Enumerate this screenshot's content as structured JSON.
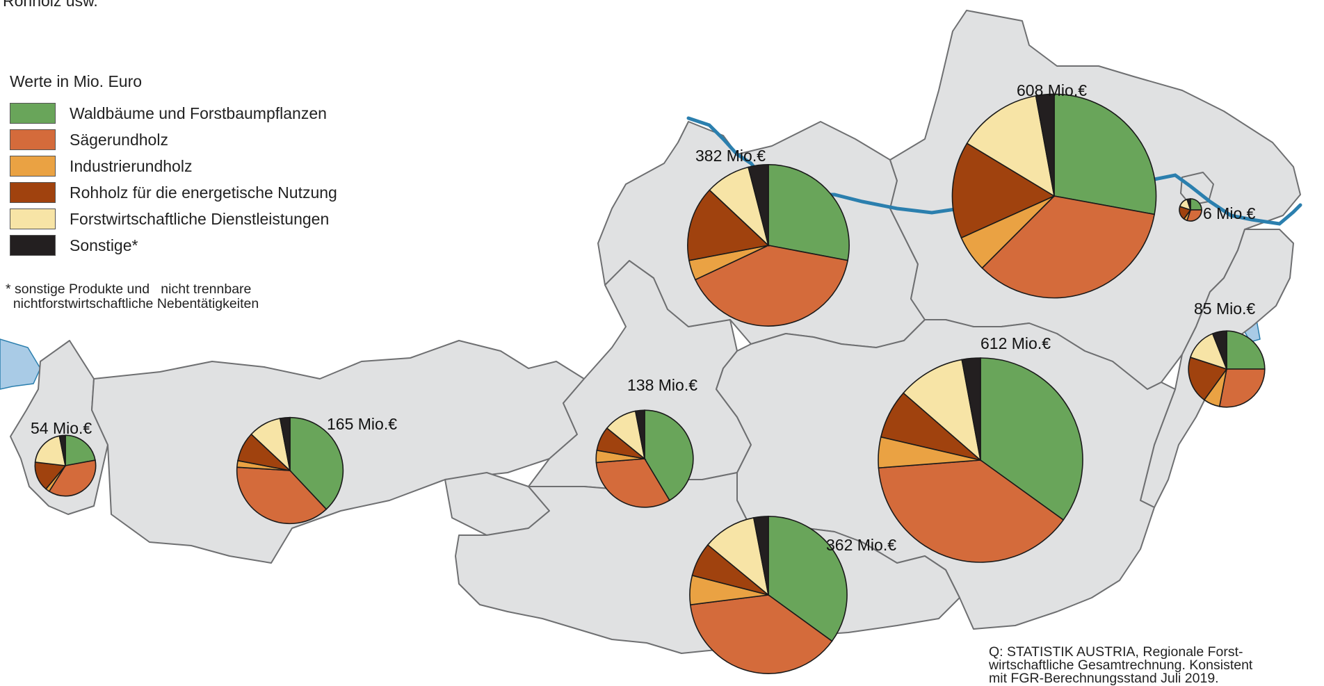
{
  "top_text": "Rohholz usw.",
  "legend": {
    "title": "Werte in Mio. Euro",
    "items": [
      {
        "label": "Waldbäume und Forstbaumpflanzen",
        "color": "#69A55A"
      },
      {
        "label": "Sägerundholz",
        "color": "#D46B3B"
      },
      {
        "label": "Industrierundholz",
        "color": "#EAA243"
      },
      {
        "label": "Rohholz für die energetische Nutzung",
        "color": "#A0420E"
      },
      {
        "label": "Forstwirtschaftliche Dienstleistungen",
        "color": "#F7E4A6"
      },
      {
        "label": "Sonstige*",
        "color": "#231F20"
      }
    ]
  },
  "footnote": "* sonstige Produkte und   nicht trennbare\n  nichtforstwirtschaftliche Nebentätigkeiten",
  "source": "Q: STATISTIK AUSTRIA, Regionale Forst-\nwirtschaftliche Gesamtrechnung. Konsistent\nmit FGR-Berechnungsstand Juli 2019.",
  "colors": {
    "land": "#E0E1E2",
    "border": "#6E6F71",
    "river": "#2B7FAE",
    "lake": "#A9CBE6",
    "forest": "#FFFFFF"
  },
  "chart_data": {
    "type": "pie",
    "unit": "Mio.€",
    "series_names": [
      "Waldbäume und Forstbaumpflanzen",
      "Sägerundholz",
      "Industrierundholz",
      "Rohholz für die energetische Nutzung",
      "Forstwirtschaftliche Dienstleistungen",
      "Sonstige*"
    ],
    "regions": [
      {
        "label": "54 Mio.€",
        "total": 54,
        "shares": [
          0.21,
          0.35,
          0.02,
          0.15,
          0.19,
          0.03
        ]
      },
      {
        "label": "165 Mio.€",
        "total": 165,
        "shares": [
          0.38,
          0.38,
          0.02,
          0.09,
          0.1,
          0.03
        ]
      },
      {
        "label": "138 Mio.€",
        "total": 138,
        "shares": [
          0.41,
          0.32,
          0.04,
          0.08,
          0.11,
          0.03
        ]
      },
      {
        "label": "362 Mio.€",
        "total": 362,
        "shares": [
          0.35,
          0.38,
          0.06,
          0.07,
          0.11,
          0.03
        ]
      },
      {
        "label": "382 Mio.€",
        "total": 382,
        "shares": [
          0.28,
          0.4,
          0.04,
          0.15,
          0.09,
          0.04
        ]
      },
      {
        "label": "612 Mio.€",
        "total": 612,
        "shares": [
          0.36,
          0.4,
          0.05,
          0.08,
          0.11,
          0.03
        ]
      },
      {
        "label": "608 Mio.€",
        "total": 608,
        "shares": [
          0.29,
          0.36,
          0.06,
          0.16,
          0.14,
          0.03
        ]
      },
      {
        "label": "6 Mio.€",
        "total": 6,
        "shares": [
          0.25,
          0.3,
          0.05,
          0.2,
          0.15,
          0.05
        ]
      },
      {
        "label": "85 Mio.€",
        "total": 85,
        "shares": [
          0.25,
          0.28,
          0.07,
          0.2,
          0.14,
          0.06
        ]
      }
    ]
  }
}
